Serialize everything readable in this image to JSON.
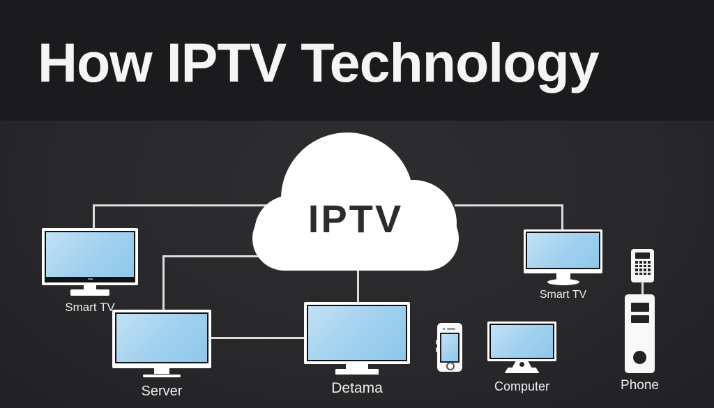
{
  "header": {
    "title": "How IPTV Technology"
  },
  "cloud": {
    "label": "IPTV",
    "icon": "cloud-icon"
  },
  "devices": [
    {
      "id": "smart-tv-left",
      "icon": "tv-icon",
      "label": "Smart TV"
    },
    {
      "id": "server",
      "icon": "monitor-icon",
      "label": "Server"
    },
    {
      "id": "detama",
      "icon": "monitor-icon",
      "label": "Detama"
    },
    {
      "id": "smartphone",
      "icon": "smartphone-icon"
    },
    {
      "id": "computer",
      "icon": "desktop-computer-icon",
      "label": "Computer"
    },
    {
      "id": "smart-tv-right",
      "icon": "tv-icon",
      "label": "Smart TV"
    },
    {
      "id": "phone-tower",
      "icon": "tower-with-keypad-icon",
      "label": "Phone"
    }
  ],
  "colors": {
    "background": "#28272a",
    "header_bg": "#1b1b1d",
    "cloud_fill": "#ffffff",
    "line": "#dcdcdc",
    "screen_blue": "#8ec7ea",
    "screen_blue_light": "#c2e1f5",
    "label_text": "#ededed",
    "title_text": "#f5f5f5",
    "dark_accent": "#232326"
  }
}
